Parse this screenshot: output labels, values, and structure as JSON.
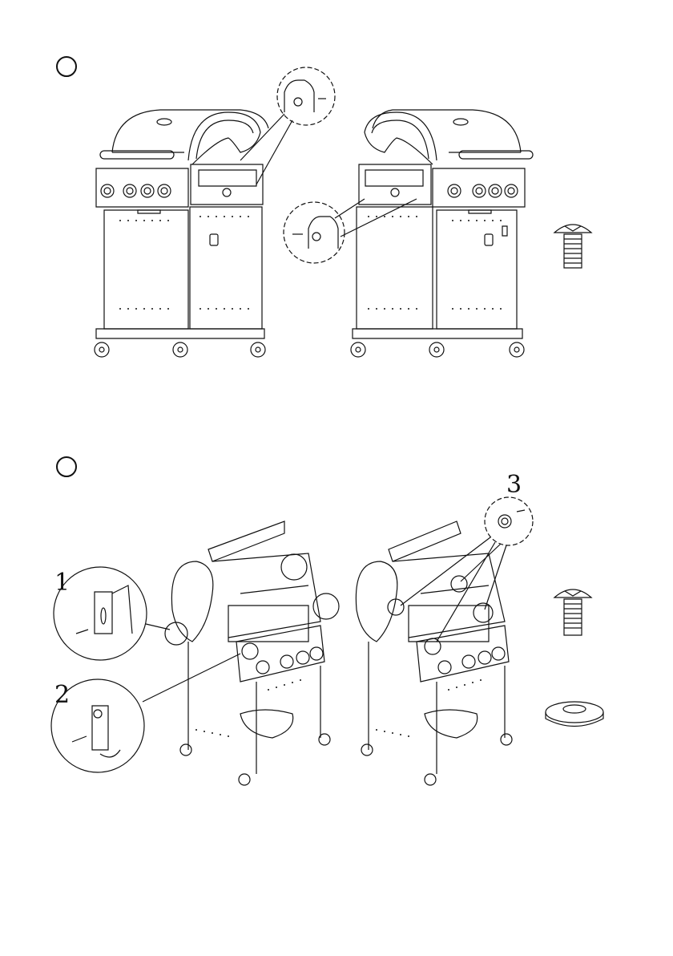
{
  "steps": [
    {
      "id": "step-a",
      "label": ""
    },
    {
      "id": "step-b",
      "label": ""
    }
  ],
  "callouts": {
    "c1": "1",
    "c2": "2",
    "c3": "3"
  },
  "icons": {
    "screw": "screw-icon",
    "washer": "washer-icon",
    "grill": "grill-icon"
  }
}
